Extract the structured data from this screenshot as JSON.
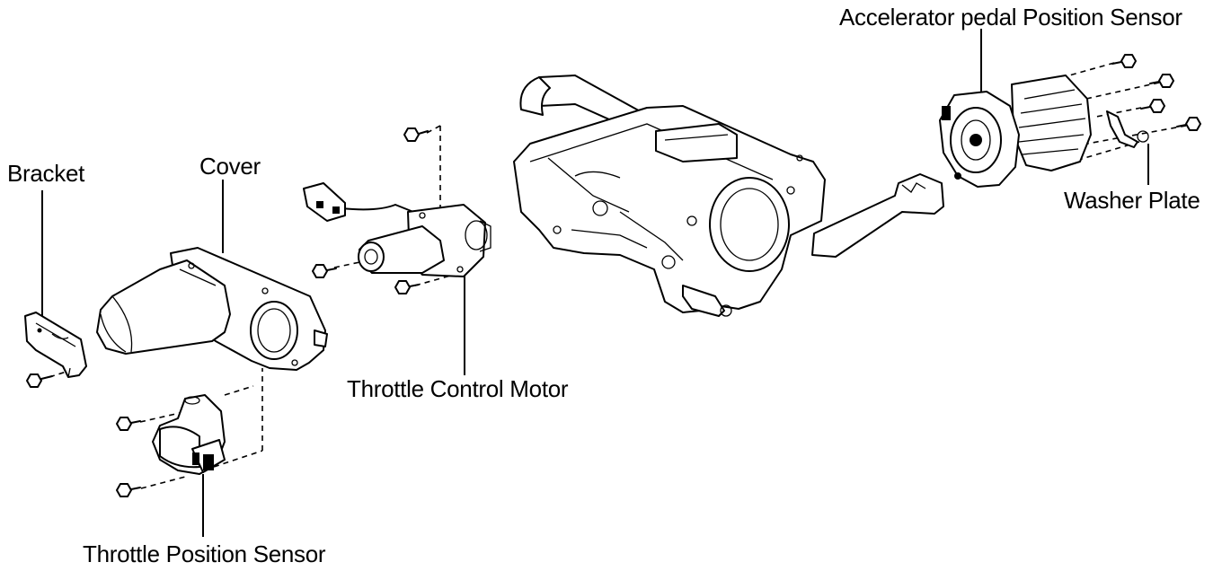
{
  "labels": {
    "accelerator_sensor": "Accelerator pedal Position Sensor",
    "bracket": "Bracket",
    "cover": "Cover",
    "washer_plate": "Washer Plate",
    "throttle_control_motor": "Throttle Control Motor",
    "throttle_position_sensor": "Throttle Position Sensor"
  },
  "icons": [
    "bolt-icon"
  ],
  "colors": {
    "ink": "#000000",
    "paper": "#ffffff"
  }
}
